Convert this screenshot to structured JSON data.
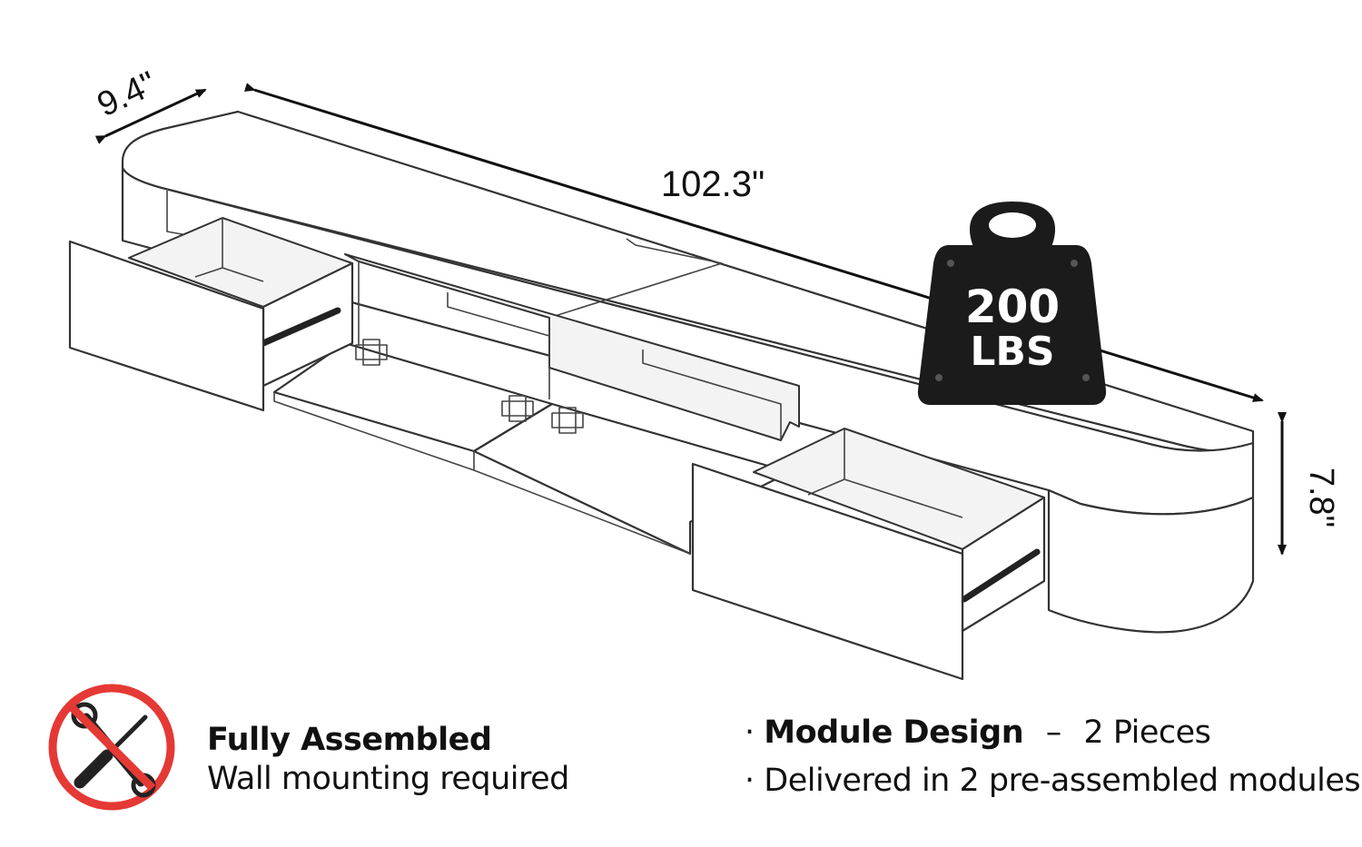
{
  "dimensions": {
    "depth": "9.4\"",
    "length": "102.3\"",
    "height": "7.8\""
  },
  "weight_badge": {
    "value": "200",
    "unit": "LBS"
  },
  "assembly_note": {
    "icon": "no-tools-icon",
    "title": "Fully Assembled",
    "subtitle": "Wall mounting required"
  },
  "features": [
    {
      "bullet": "·",
      "label": "Module Design",
      "separator": "–",
      "value": "2 Pieces"
    },
    {
      "bullet": "·",
      "label": "",
      "separator": "",
      "value": "Delivered in 2 pre-assembled modules"
    }
  ],
  "colors": {
    "weight_fill": "#1b1b1b",
    "no_tools_red": "#e53935",
    "line": "#333333"
  }
}
